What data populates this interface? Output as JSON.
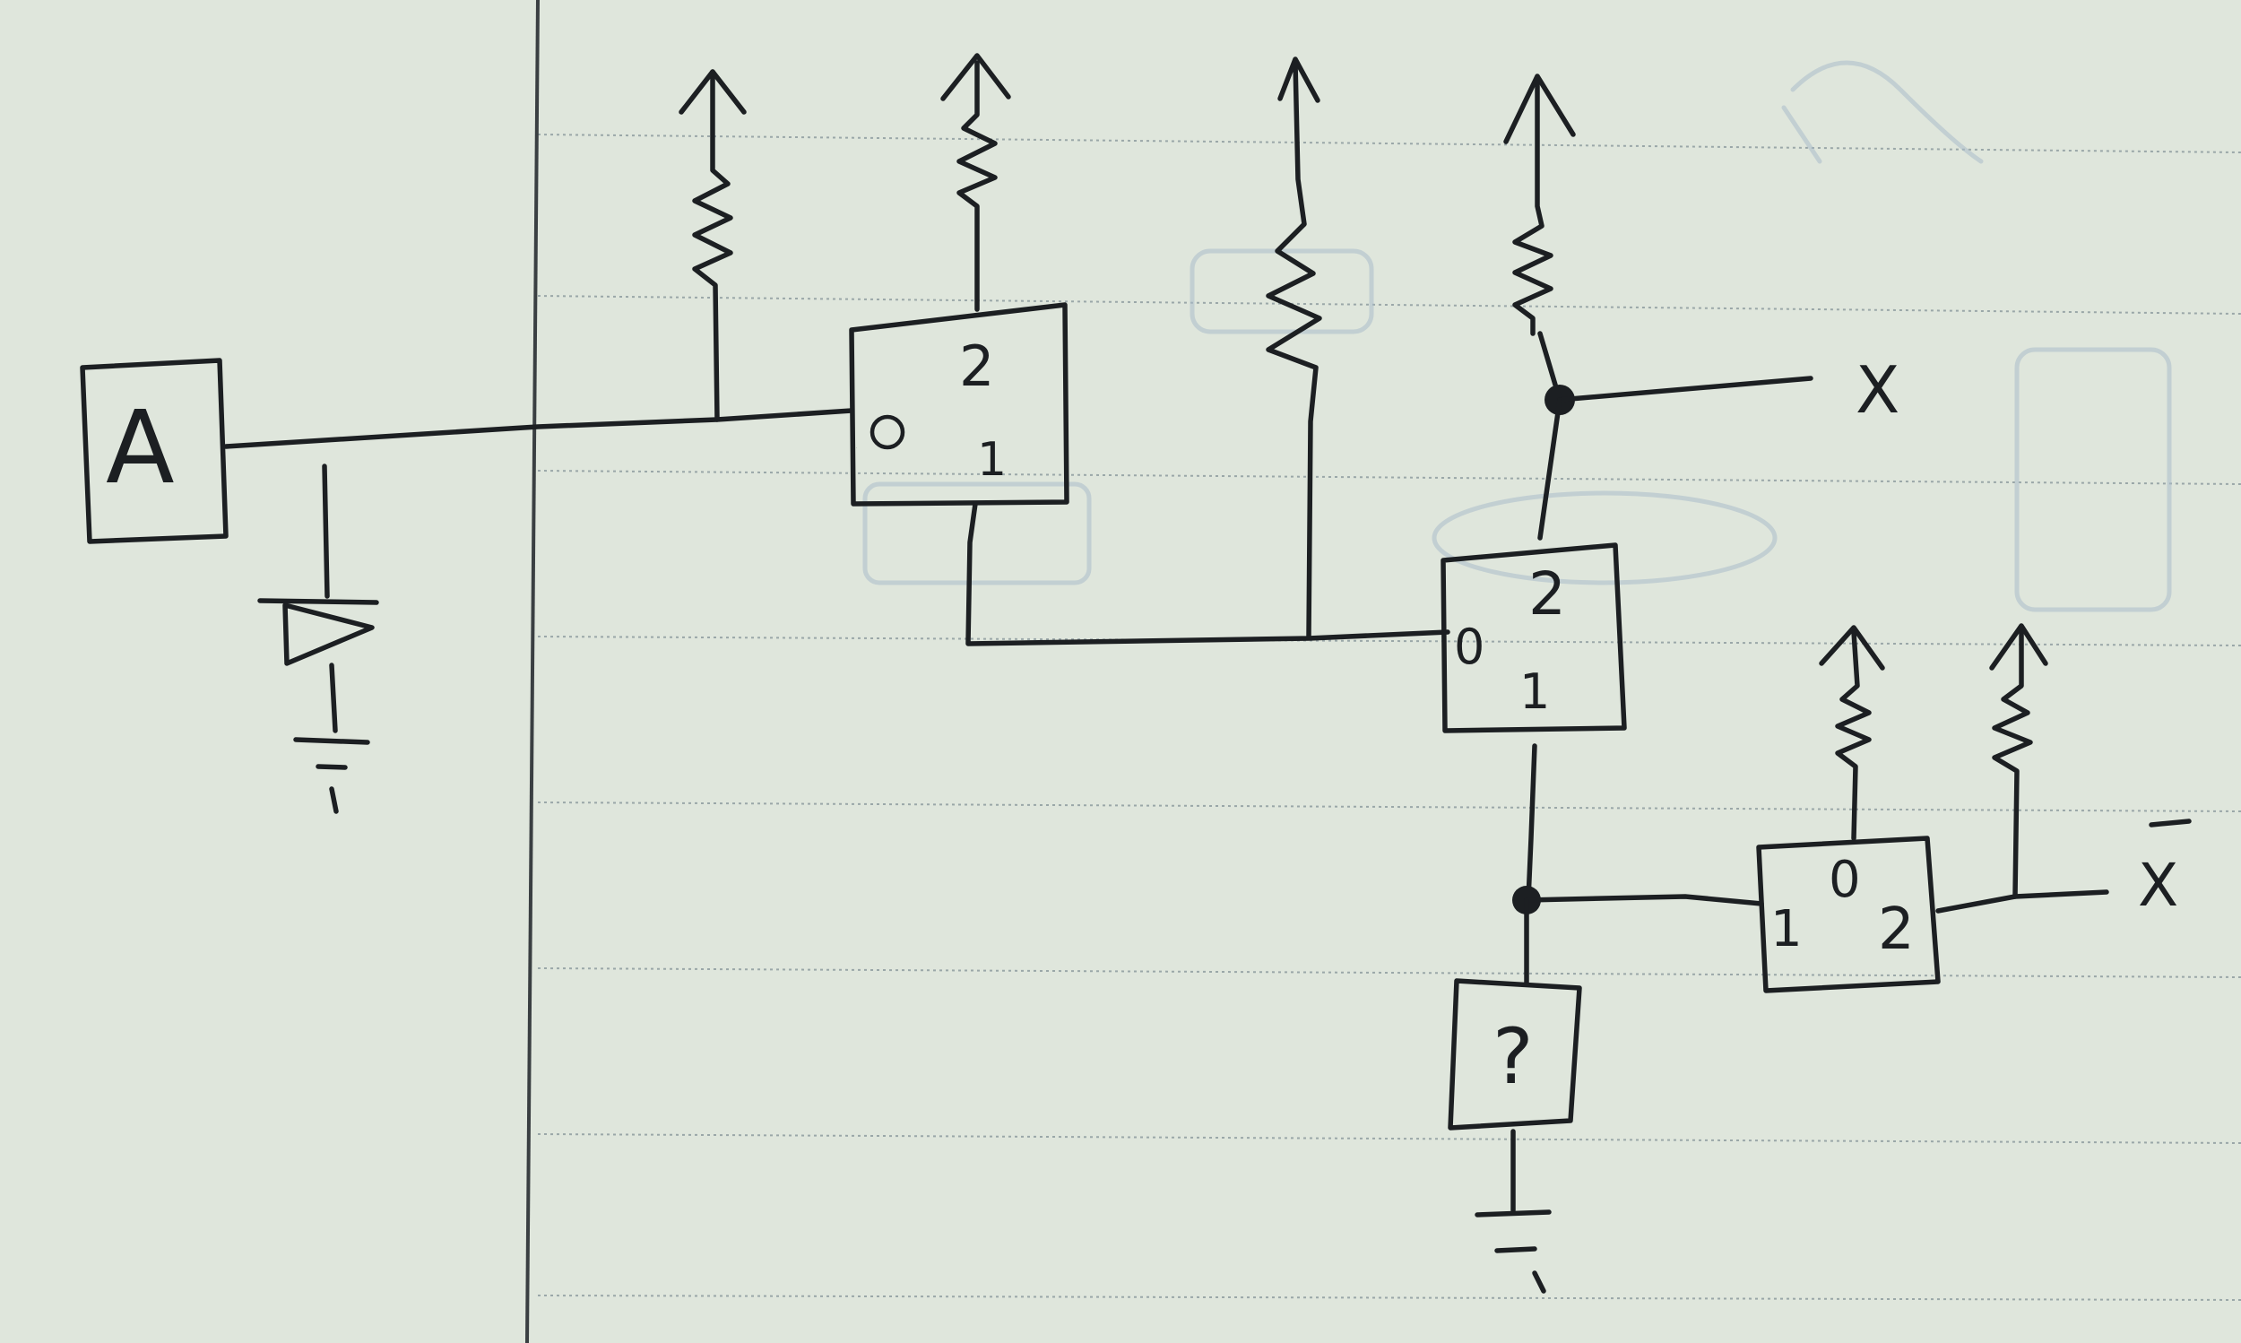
{
  "diagram": {
    "input_label": "A",
    "output_label": "X",
    "output_inverted_label": "X",
    "unknown_component_label": "?",
    "switches": [
      {
        "id": "sw1",
        "pin0": "0",
        "pin1": "1",
        "pin2": "2"
      },
      {
        "id": "sw2",
        "pin0": "0",
        "pin1": "1",
        "pin2": "2"
      },
      {
        "id": "sw3",
        "pin0": "0",
        "pin1": "1",
        "pin2": "2"
      }
    ]
  }
}
